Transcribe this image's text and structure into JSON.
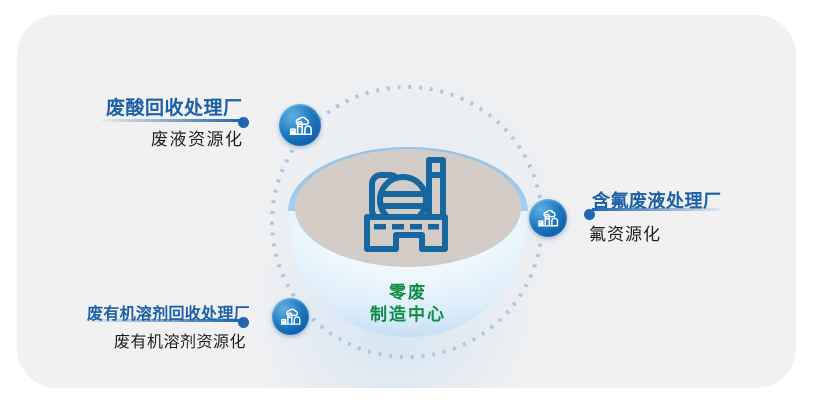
{
  "center": {
    "name_line1": "零废",
    "name_line2": "制造中心"
  },
  "nodes": [
    {
      "position": "top-left",
      "title": "废酸回收处理厂",
      "subtitle": "废液资源化"
    },
    {
      "position": "right",
      "title": "含氟废液处理厂",
      "subtitle": "氟资源化"
    },
    {
      "position": "bottom-left",
      "title": "废有机溶剂回收处理厂",
      "subtitle": "废有机溶剂资源化"
    }
  ],
  "icons": {
    "badge": "factory-with-smoke-icon",
    "center": "chemical-plant-icon"
  },
  "colors": {
    "title-blue": "#1a5fa8",
    "text-dark": "#1f1f1f",
    "green": "#0e8c45",
    "icon-blue": "#16679f",
    "dot-ring": "#a9c5e0",
    "connector-blue": "#2166ae",
    "sphere-beige": "#d3ccc6",
    "bowl-blue": "#c9e2f4",
    "badge-blue": "#0d5fae",
    "card-bg": "#f1f1f2"
  }
}
